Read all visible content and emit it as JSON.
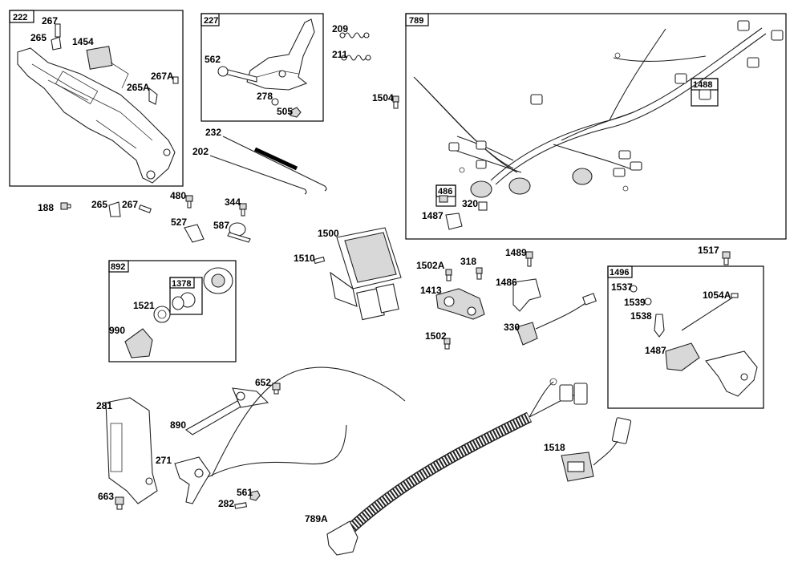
{
  "groups": [
    "222",
    "227",
    "789",
    "1488",
    "486",
    "892",
    "1378",
    "1496"
  ],
  "labels": [
    "267",
    "265",
    "1454",
    "267A",
    "265A",
    "562",
    "278",
    "505",
    "209",
    "211",
    "232",
    "202",
    "188",
    "265",
    "267",
    "480",
    "527",
    "344",
    "587",
    "1504",
    "1487",
    "320",
    "1500",
    "1510",
    "1502A",
    "318",
    "1489",
    "1486",
    "1413",
    "330",
    "1502",
    "1517",
    "1537",
    "1539",
    "1538",
    "1054A",
    "1487",
    "1521",
    "990",
    "652",
    "281",
    "890",
    "271",
    "663",
    "561",
    "282",
    "789A",
    "1518"
  ]
}
